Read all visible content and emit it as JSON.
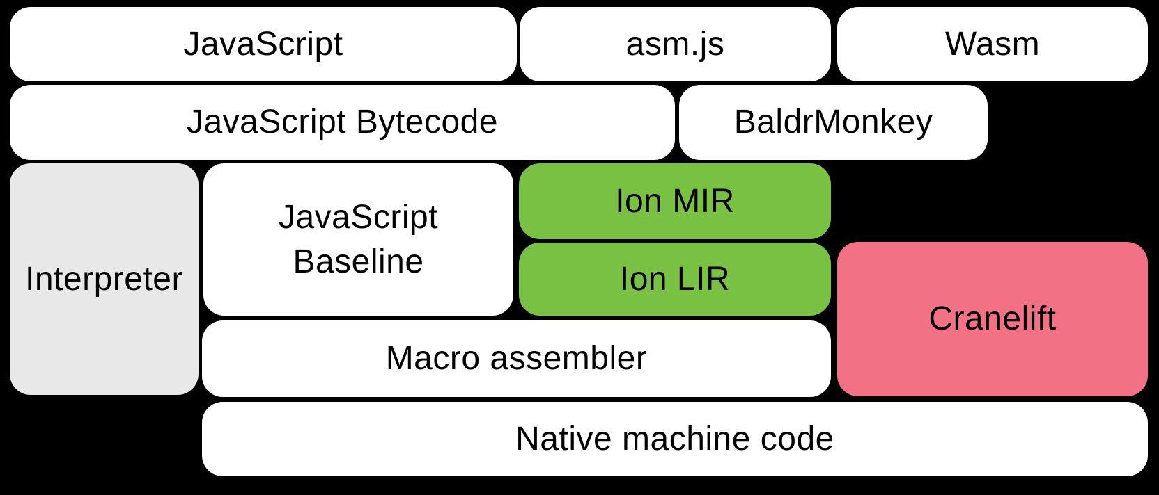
{
  "diagram": {
    "description_colors": {
      "background": "#000000",
      "box_default": "#FFFFFF",
      "box_interpreter_gray": "#E8E8E8",
      "box_ion_green": "#79C143",
      "box_cranelift_pink": "#F37185",
      "text": "#000000"
    },
    "boxes": {
      "javascript": {
        "label": "JavaScript",
        "fill": "#FFFFFF"
      },
      "asmjs": {
        "label": "asm.js",
        "fill": "#FFFFFF"
      },
      "wasm": {
        "label": "Wasm",
        "fill": "#FFFFFF"
      },
      "js_bytecode": {
        "label": "JavaScript Bytecode",
        "fill": "#FFFFFF"
      },
      "baldrmonkey": {
        "label": "BaldrMonkey",
        "fill": "#FFFFFF"
      },
      "interpreter": {
        "label": "Interpreter",
        "fill": "#E8E8E8"
      },
      "js_baseline": {
        "label": "JavaScript\nBaseline",
        "fill": "#FFFFFF"
      },
      "ion_mir": {
        "label": "Ion MIR",
        "fill": "#79C143"
      },
      "ion_lir": {
        "label": "Ion LIR",
        "fill": "#79C143"
      },
      "cranelift": {
        "label": "Cranelift",
        "fill": "#F37185"
      },
      "macro_assembler": {
        "label": "Macro assembler",
        "fill": "#FFFFFF"
      },
      "native_machine_code": {
        "label": "Native machine code",
        "fill": "#FFFFFF"
      }
    }
  }
}
